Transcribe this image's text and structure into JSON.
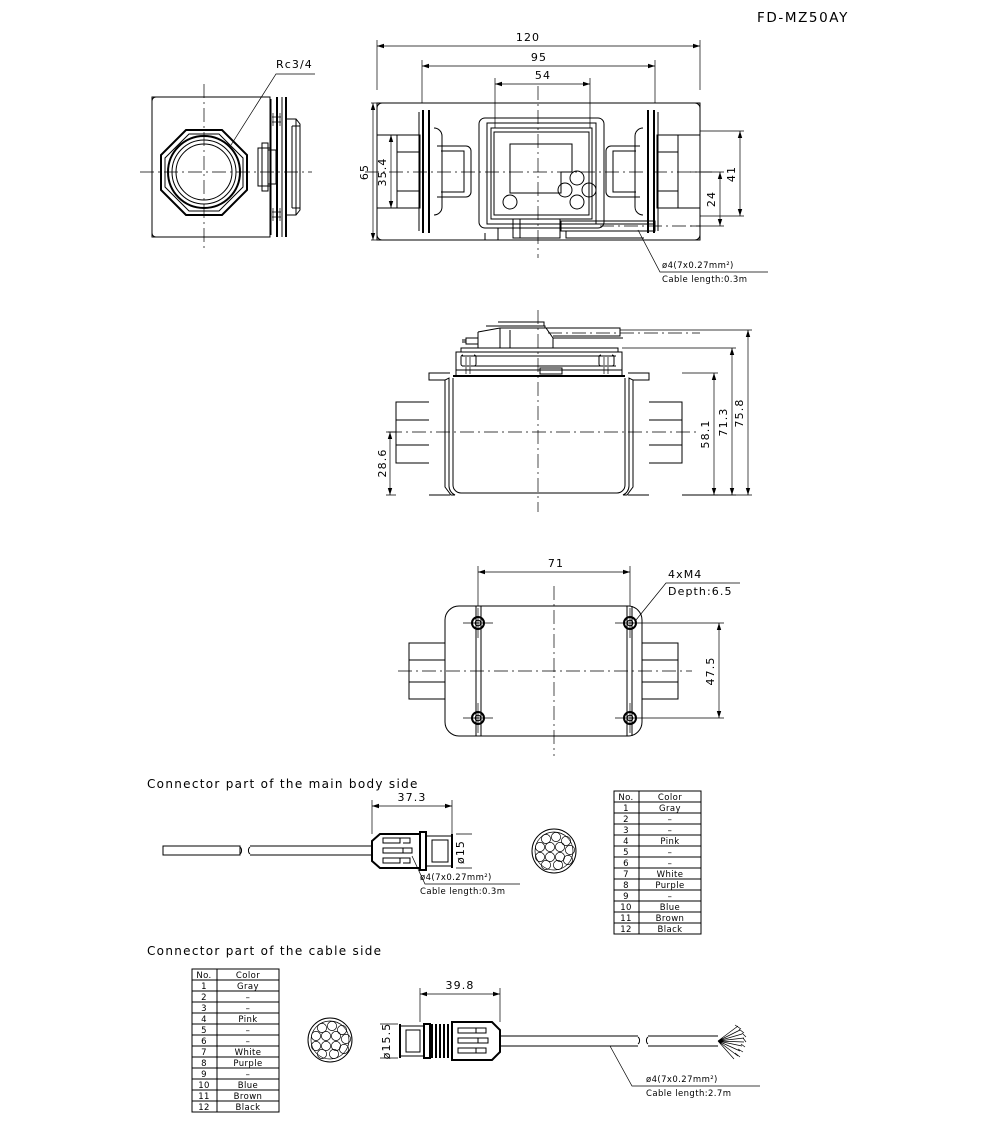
{
  "title": "FD-MZ50AY",
  "views": {
    "left_view": {
      "name": "left-end-view",
      "labels": {
        "port_thread": "Rc3/4"
      }
    },
    "top_view": {
      "name": "top-view",
      "dims": {
        "overall_width": "120",
        "body_width": "95",
        "display_width": "54",
        "overall_height": "65",
        "inner_height": "35.4",
        "right_height": "41",
        "right_offset": "24"
      },
      "notes": {
        "cable_spec": "ø4(7x0.27mm²)",
        "cable_length": "Cable length:0.3m"
      }
    },
    "front_view": {
      "name": "front-elevation-view",
      "dims": {
        "axis_to_bottom": "28.6",
        "height_58": "58.1",
        "height_71": "71.3",
        "height_75": "75.8"
      }
    },
    "bottom_view": {
      "name": "bottom-view",
      "dims": {
        "hole_pitch_x": "71",
        "hole_pitch_y": "47.5"
      },
      "notes": {
        "thread_callout": "4xM4",
        "depth_callout": "Depth:6.5"
      }
    }
  },
  "connector_body": {
    "heading": "Connector part of the main body side",
    "dims": {
      "length": "37.3",
      "diameter": "ø15"
    },
    "notes": {
      "cable_spec": "ø4(7x0.27mm²)",
      "cable_length": "Cable length:0.3m"
    }
  },
  "connector_cable": {
    "heading": "Connector part of the cable side",
    "dims": {
      "length": "39.8",
      "diameter": "ø15.5"
    },
    "notes": {
      "cable_spec": "ø4(7x0.27mm²)",
      "cable_length": "Cable length:2.7m"
    }
  },
  "pin_table": {
    "headers": [
      "No.",
      "Color"
    ],
    "rows": [
      {
        "no": "1",
        "color": "Gray"
      },
      {
        "no": "2",
        "color": "–"
      },
      {
        "no": "3",
        "color": "–"
      },
      {
        "no": "4",
        "color": "Pink"
      },
      {
        "no": "5",
        "color": "–"
      },
      {
        "no": "6",
        "color": "–"
      },
      {
        "no": "7",
        "color": "White"
      },
      {
        "no": "8",
        "color": "Purple"
      },
      {
        "no": "9",
        "color": "–"
      },
      {
        "no": "10",
        "color": "Blue"
      },
      {
        "no": "11",
        "color": "Brown"
      },
      {
        "no": "12",
        "color": "Black"
      }
    ]
  },
  "colors": {
    "line": "#000000",
    "background": "#ffffff"
  }
}
